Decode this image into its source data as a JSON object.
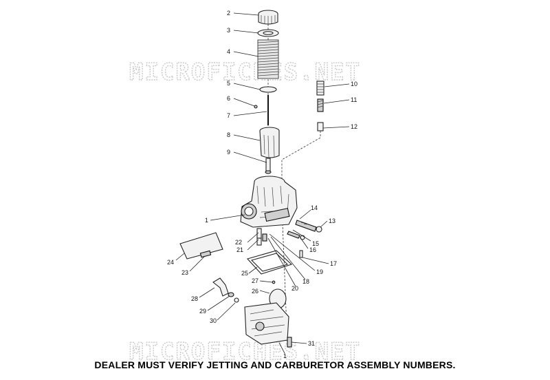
{
  "watermark": "MICROFICHES.NET",
  "caption": "DEALER MUST VERIFY JETTING AND CARBURETOR ASSEMBLY NUMBERS.",
  "callouts": {
    "c1a": "1",
    "c1b": "1",
    "c2": "2",
    "c3": "3",
    "c4": "4",
    "c5": "5",
    "c6": "6",
    "c7": "7",
    "c8": "8",
    "c9": "9",
    "c10": "10",
    "c11": "11",
    "c12": "12",
    "c13": "13",
    "c14": "14",
    "c15": "15",
    "c16": "16",
    "c17": "17",
    "c18": "18",
    "c19": "19",
    "c20": "20",
    "c21": "21",
    "c22": "22",
    "c23": "23",
    "c24": "24",
    "c25": "25",
    "c26": "26",
    "c27": "27",
    "c28": "28",
    "c29": "29",
    "c30": "30",
    "c31": "31"
  }
}
